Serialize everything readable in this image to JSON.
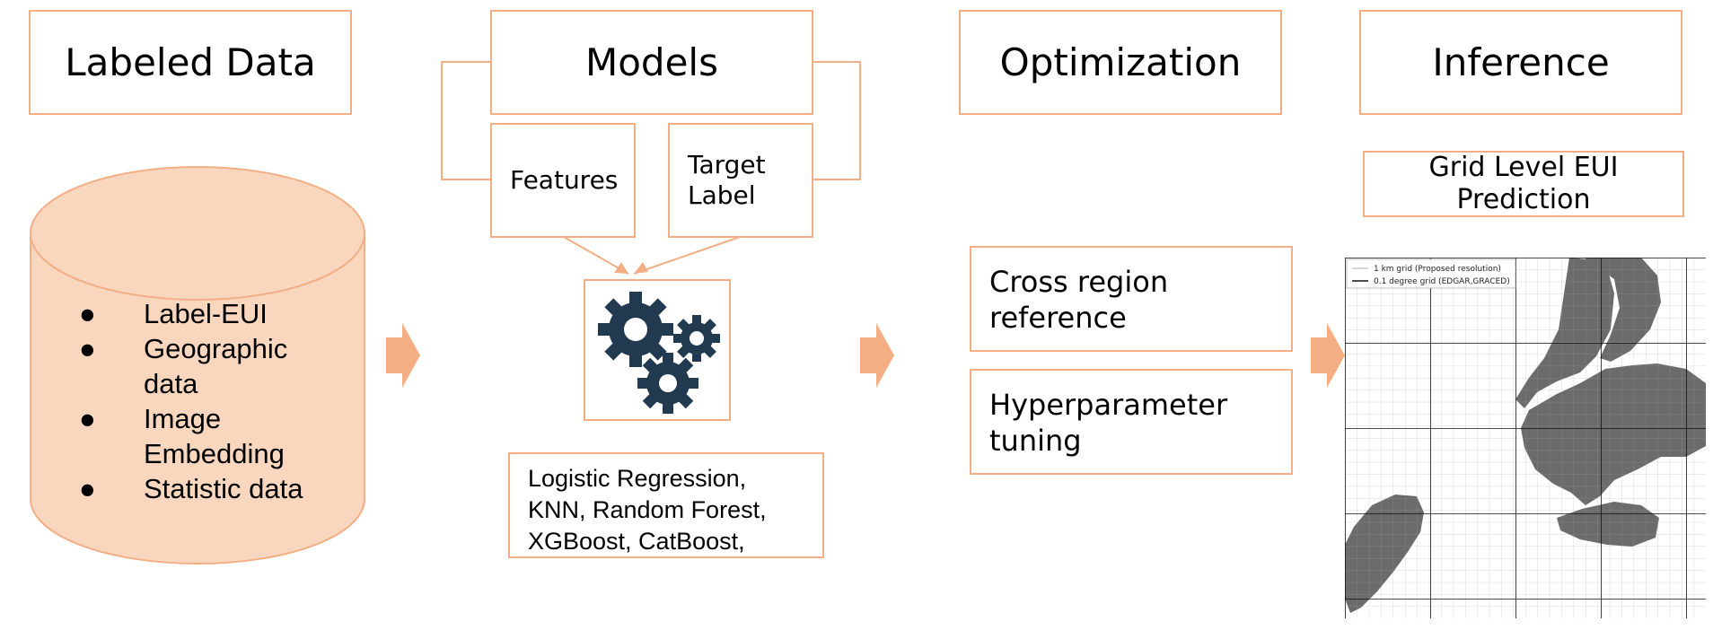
{
  "sections": {
    "labeled_data": "Labeled Data",
    "models": "Models",
    "optimization": "Optimization",
    "inference": "Inference"
  },
  "data_items": [
    {
      "bullet": "●",
      "text": "Label-EUI"
    },
    {
      "bullet": "●",
      "text": "Geographic data"
    },
    {
      "bullet": "●",
      "text": "Image Embedding"
    },
    {
      "bullet": "●",
      "text": "Statistic data"
    }
  ],
  "features_label": "Features",
  "target_label": "Target Label",
  "algorithms": [
    "Logistic Regression,",
    "KNN, Random Forest,",
    "XGBoost, CatBoost,"
  ],
  "optimization_steps": [
    "Cross region reference",
    "Hyperparameter tuning"
  ],
  "inference_output": "Grid Level EUI Prediction",
  "map_legend": {
    "fine": "1 km grid (Proposed resolution)",
    "coarse": "0.1 degree grid (EDGAR,GRACED)"
  },
  "colors": {
    "accent_border": "#f2ae85",
    "cylinder_fill": "#f9d7bf",
    "arrow": "#f4ae84",
    "gears": "#213a4f",
    "map_land": "#6b6b6b"
  },
  "icons": [
    "gears-icon",
    "right-arrow-icon"
  ]
}
